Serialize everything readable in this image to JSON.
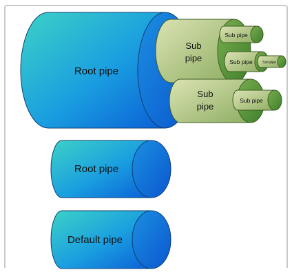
{
  "diagram": {
    "root_pipe_top_label": "Root pipe",
    "sub_pipe_upper_label_line1": "Sub",
    "sub_pipe_upper_label_line2": "pipe",
    "sub_pipe_lower_label_line1": "Sub",
    "sub_pipe_lower_label_line2": "pipe",
    "small_sub_pipe_top": "Sub pipe",
    "small_sub_pipe_mid": "Sub pipe",
    "small_sub_pipe_mid_right": "Sub pipe",
    "small_sub_pipe_lower": "Sub pipe",
    "root_pipe_label": "Root pipe",
    "default_pipe_label": "Default pipe"
  },
  "colors": {
    "root_gradient_start": "#36c9c9",
    "root_gradient_end": "#0a63d8",
    "root_edge": "#0d3e73",
    "sub_gradient_start": "#d4dcaa",
    "sub_gradient_end": "#8aa85e",
    "sub_end_cap": "#4f8f36",
    "sub_edge": "#3d5c22",
    "frame": "#c9c9c9"
  }
}
